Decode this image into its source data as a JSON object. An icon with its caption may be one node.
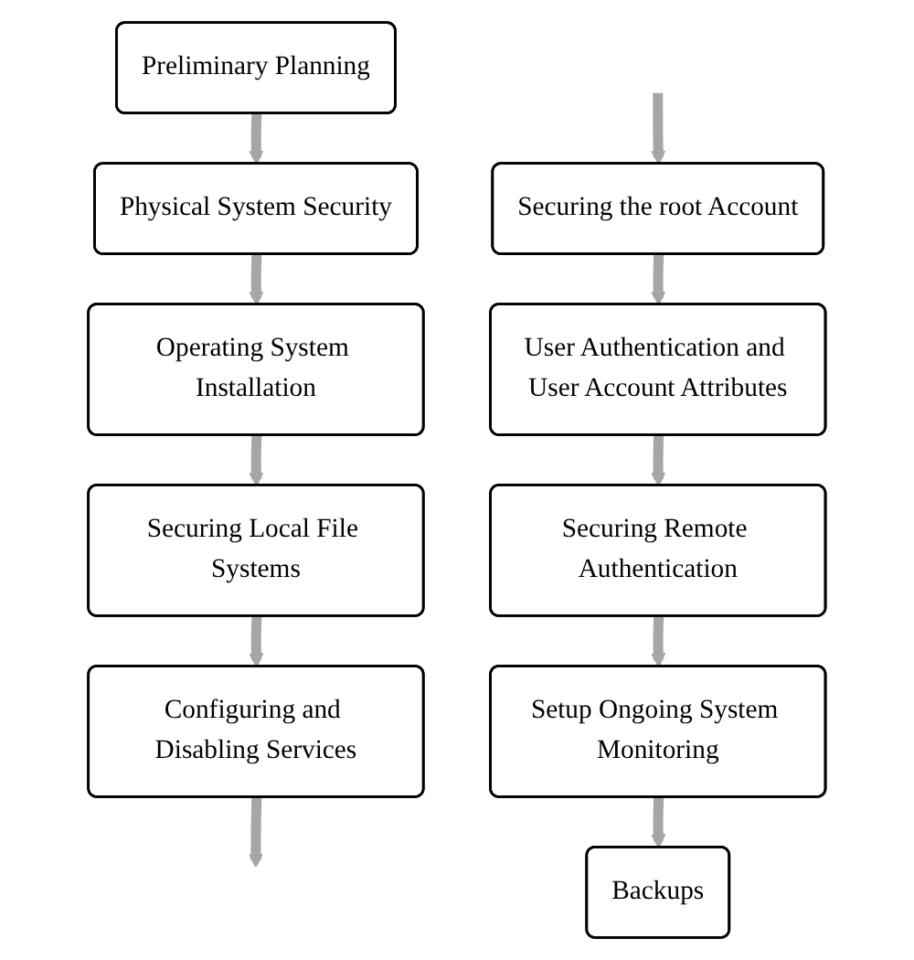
{
  "diagram": {
    "nodes": [
      {
        "text": [
          "Preliminary Planning"
        ]
      },
      {
        "text": [
          "Physical System Security"
        ]
      },
      {
        "text": [
          "Operating System Installation"
        ]
      },
      {
        "text": [
          "Securing Local File Systems"
        ]
      },
      {
        "text": [
          "Configuring and Disabling Services"
        ]
      },
      {
        "text": [
          "Securing the root Account"
        ]
      },
      {
        "text": [
          "User Authentication and User Account Attributes"
        ]
      },
      {
        "text": [
          "Securing Remote Authentication"
        ]
      },
      {
        "text": [
          "Setup Ongoing System Monitoring"
        ]
      },
      {
        "text": [
          "Backups"
        ]
      }
    ],
    "edges": [
      {
        "from": 0,
        "to": 1,
        "arrow": "to"
      },
      {
        "from": 1,
        "to": 2,
        "arrow": "to"
      },
      {
        "from": 2,
        "to": 3,
        "arrow": "to"
      },
      {
        "from": 3,
        "to": 4,
        "arrow": "to"
      },
      {
        "from": 4,
        "to": null,
        "arrow": "to"
      },
      {
        "from": null,
        "to": 5,
        "arrow": "to"
      },
      {
        "from": 5,
        "to": 6,
        "arrow": "to"
      },
      {
        "from": 6,
        "to": 7,
        "arrow": "to"
      },
      {
        "from": 7,
        "to": 8,
        "arrow": "to"
      },
      {
        "from": 8,
        "to": 9,
        "arrow": "to"
      }
    ]
  }
}
